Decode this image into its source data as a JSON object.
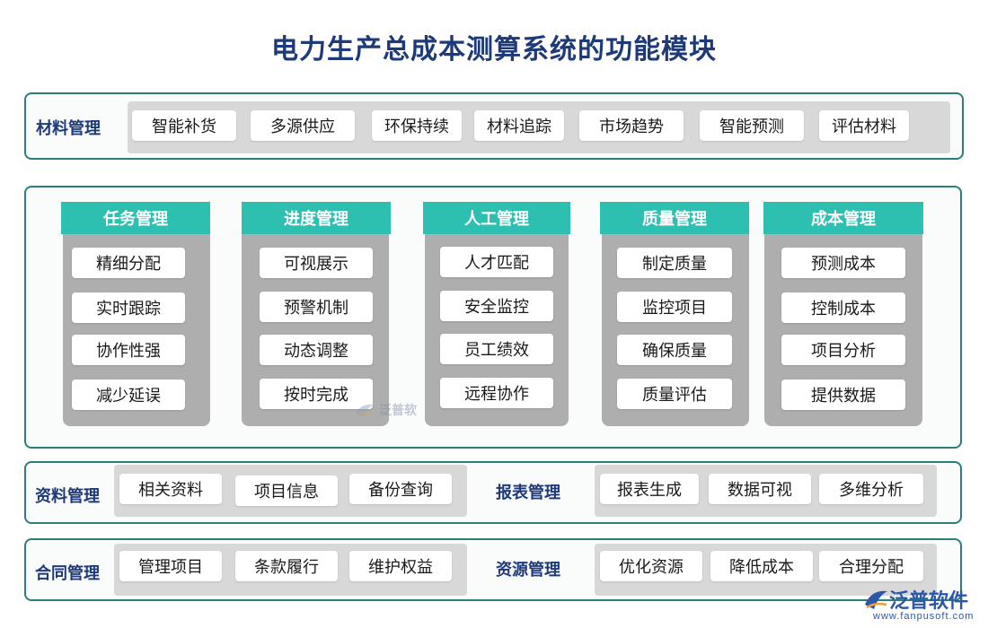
{
  "title": "电力生产总成本测算系统的功能模块",
  "material": {
    "label": "材料管理",
    "items": [
      "智能补货",
      "多源供应",
      "环保持续",
      "材料追踪",
      "市场趋势",
      "智能预测",
      "评估材料"
    ]
  },
  "columns": [
    {
      "title": "任务管理",
      "items": [
        "精细分配",
        "实时跟踪",
        "协作性强",
        "减少延误"
      ]
    },
    {
      "title": "进度管理",
      "items": [
        "可视展示",
        "预警机制",
        "动态调整",
        "按时完成"
      ]
    },
    {
      "title": "人工管理",
      "items": [
        "人才匹配",
        "安全监控",
        "员工绩效",
        "远程协作"
      ]
    },
    {
      "title": "质量管理",
      "items": [
        "制定质量",
        "监控项目",
        "确保质量",
        "质量评估"
      ]
    },
    {
      "title": "成本管理",
      "items": [
        "预测成本",
        "控制成本",
        "项目分析",
        "提供数据"
      ]
    }
  ],
  "documents": {
    "label": "资料管理",
    "items": [
      "相关资料",
      "项目信息",
      "备份查询"
    ]
  },
  "reports": {
    "label": "报表管理",
    "items": [
      "报表生成",
      "数据可视",
      "多维分析"
    ]
  },
  "contracts": {
    "label": "合同管理",
    "items": [
      "管理项目",
      "条款履行",
      "维护权益"
    ]
  },
  "resources": {
    "label": "资源管理",
    "items": [
      "优化资源",
      "降低成本",
      "合理分配"
    ]
  },
  "watermark": {
    "text": "泛普软",
    "brand": "泛普软件",
    "url": "www.fanpusoft.com"
  },
  "colors": {
    "border": "#2a7f7a",
    "header": "#2dbfb0",
    "title": "#1e3a78",
    "panel_gray": "#d8d8d8",
    "column_gray": "#aeaeae"
  }
}
